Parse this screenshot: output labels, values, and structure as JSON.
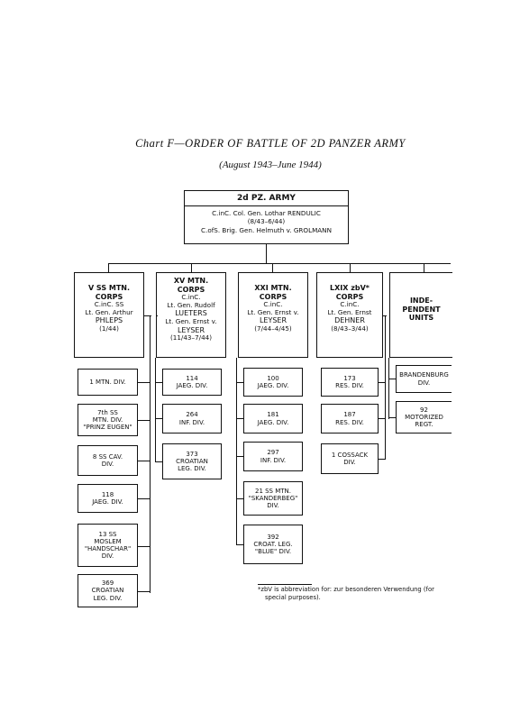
{
  "title": "Chart F—ORDER OF BATTLE OF 2D PANZER ARMY",
  "subtitle": "(August 1943–June 1944)",
  "army": {
    "name": "2d PZ. ARMY",
    "line1": "C.inC. Col. Gen. Lothar RENDULIC",
    "line2": "(8/43–6/44)",
    "line3": "C.ofS. Brig. Gen. Helmuth v. GROLMANN"
  },
  "corps": [
    {
      "l1": "V SS MTN.",
      "l2": "CORPS",
      "l3": "C.inC. SS",
      "l4": "Lt. Gen. Arthur",
      "l5": "PHLEPS",
      "l6": "(1/44)"
    },
    {
      "l1": "XV MTN.",
      "l2": "CORPS",
      "l3": "C.inC.",
      "l4": "Lt. Gen. Rudolf",
      "l5": "LUETERS",
      "l6": "Lt. Gen. Ernst v.",
      "l7": "LEYSER",
      "l8": "(11/43–7/44)"
    },
    {
      "l1": "XXI MTN.",
      "l2": "CORPS",
      "l3": "C.inC.",
      "l4": "Lt. Gen. Ernst v.",
      "l5": "LEYSER",
      "l6": "(7/44–4/45)"
    },
    {
      "l1": "LXIX zbV*",
      "l2": "CORPS",
      "l3": "C.inC.",
      "l4": "Lt. Gen. Ernst",
      "l5": "DEHNER",
      "l6": "(8/43–3/44)"
    },
    {
      "l1": "INDE-",
      "l2": "PENDENT",
      "l3": "UNITS"
    }
  ],
  "divisions": {
    "col1": [
      {
        "a": "1 MTN. DIV.",
        "b": "",
        "c": ""
      },
      {
        "a": "7th SS",
        "b": "MTN. DIV.",
        "c": "\"PRINZ EUGEN\""
      },
      {
        "a": "8 SS CAV.",
        "b": "DIV.",
        "c": ""
      },
      {
        "a": "118",
        "b": "JAEG. DIV.",
        "c": ""
      },
      {
        "a": "13 SS",
        "b": "MOSLEM",
        "c": "\"HANDSCHAR\"",
        "d": "DIV."
      },
      {
        "a": "369",
        "b": "CROATIAN",
        "c": "LEG. DIV."
      }
    ],
    "col2": [
      {
        "a": "114",
        "b": "JAEG. DIV."
      },
      {
        "a": "264",
        "b": "INF. DIV."
      },
      {
        "a": "373",
        "b": "CROATIAN",
        "c": "LEG. DIV."
      }
    ],
    "col3": [
      {
        "a": "100",
        "b": "JAEG. DIV."
      },
      {
        "a": "181",
        "b": "JAEG. DIV."
      },
      {
        "a": "297",
        "b": "INF. DIV."
      },
      {
        "a": "21 SS MTN.",
        "b": "\"SKANDERBEG\"",
        "c": "DIV."
      },
      {
        "a": "392",
        "b": "CROAT. LEG.",
        "c": "\"BLUE\" DIV."
      }
    ],
    "col4": [
      {
        "a": "173",
        "b": "RES. DIV."
      },
      {
        "a": "187",
        "b": "RES. DIV."
      },
      {
        "a": "1 COSSACK",
        "b": "DIV."
      }
    ],
    "col5": [
      {
        "a": "BRANDENBURG",
        "b": "DIV."
      },
      {
        "a": "92",
        "b": "MOTORIZED",
        "c": "REGT."
      }
    ]
  },
  "footnote": {
    "line1": "*zbV is abbreviation for:  zur besonderen Verwendung (for",
    "line2": "special purposes)."
  }
}
